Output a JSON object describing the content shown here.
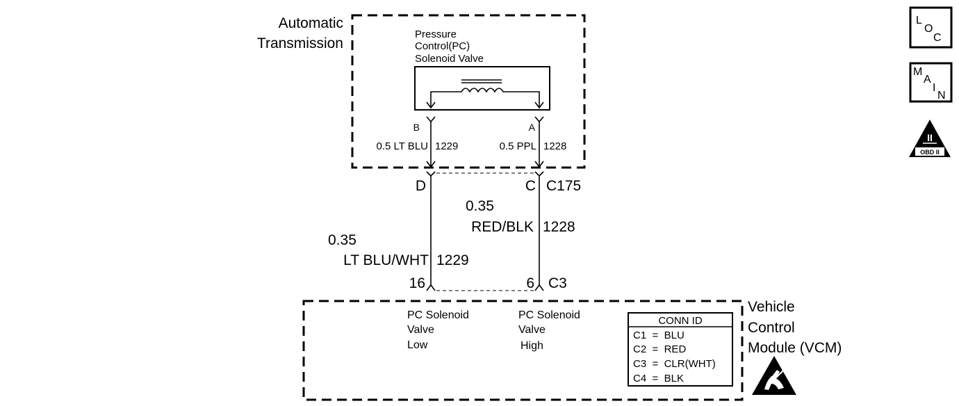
{
  "transmission": {
    "title_line1": "Automatic",
    "title_line2": "Transmission",
    "solenoid_line1": "Pressure",
    "solenoid_line2": "Control(PC)",
    "solenoid_line3": "Solenoid Valve",
    "pin_b": "B",
    "pin_a": "A",
    "wire_b": "0.5 LT BLU",
    "circuit_b": "1229",
    "wire_a": "0.5 PPL",
    "circuit_a": "1228"
  },
  "connector_c175": {
    "pin_d": "D",
    "pin_c": "C",
    "name": "C175"
  },
  "harness": {
    "right_wire_size": "0.35",
    "right_wire_color": "RED/BLK",
    "right_circuit": "1228",
    "left_wire_size": "0.35",
    "left_wire_color": "LT BLU/WHT",
    "left_circuit": "1229"
  },
  "connector_c3": {
    "pin_left": "16",
    "pin_right": "6",
    "name": "C3"
  },
  "vcm": {
    "title_line1": "Vehicle",
    "title_line2": "Control",
    "title_line3": "Module (VCM)",
    "low_line1": "PC Solenoid",
    "low_line2": "Valve",
    "low_line3": "Low",
    "high_line1": "PC Solenoid",
    "high_line2": "Valve",
    "high_line3": "High"
  },
  "conn_id": {
    "header": "CONN ID",
    "rows": [
      "C1  =  BLU",
      "C2  =  RED",
      "C3  =  CLR(WHT)",
      "C4  =  BLK"
    ]
  },
  "icons": {
    "loc_l": "L",
    "loc_o": "O",
    "loc_c": "C",
    "main_m": "M",
    "main_a": "A",
    "main_i": "I",
    "main_n": "N",
    "obd_numeral": "II",
    "obd_label": "OBD II"
  }
}
